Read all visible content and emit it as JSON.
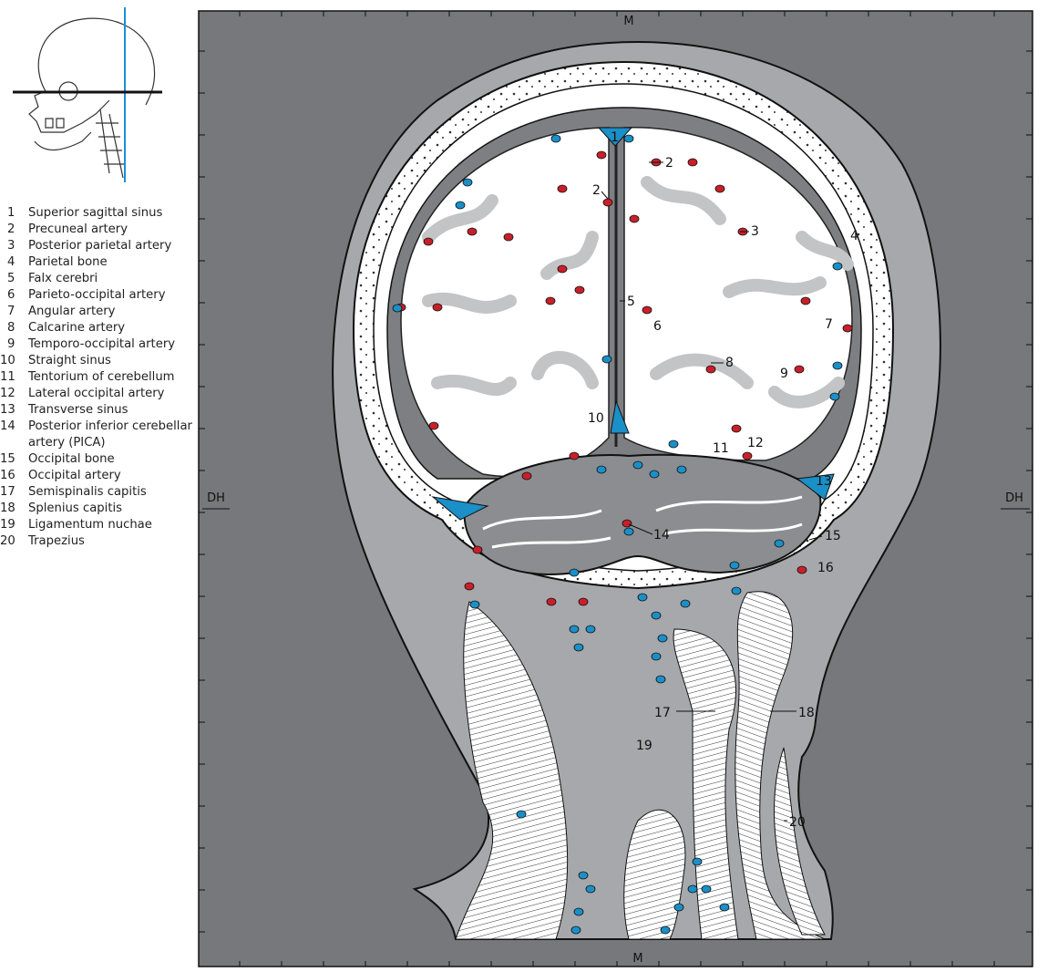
{
  "orientation_labels": {
    "top": "M",
    "bottom": "M",
    "left": "DH",
    "right": "DH"
  },
  "legend": [
    {
      "num": "1",
      "label": "Superior sagittal sinus"
    },
    {
      "num": "2",
      "label": "Precuneal artery"
    },
    {
      "num": "3",
      "label": "Posterior parietal artery"
    },
    {
      "num": "4",
      "label": "Parietal bone"
    },
    {
      "num": "5",
      "label": "Falx cerebri"
    },
    {
      "num": "6",
      "label": "Parieto-occipital artery"
    },
    {
      "num": "7",
      "label": "Angular artery"
    },
    {
      "num": "8",
      "label": "Calcarine artery"
    },
    {
      "num": "9",
      "label": "Temporo-occipital artery"
    },
    {
      "num": "10",
      "label": "Straight sinus"
    },
    {
      "num": "11",
      "label": "Tentorium of cerebellum"
    },
    {
      "num": "12",
      "label": "Lateral occipital artery"
    },
    {
      "num": "13",
      "label": "Transverse sinus"
    },
    {
      "num": "14",
      "label": "Posterior inferior cerebellar artery (PICA)"
    },
    {
      "num": "15",
      "label": "Occipital bone"
    },
    {
      "num": "16",
      "label": "Occipital artery"
    },
    {
      "num": "17",
      "label": "Semispinalis capitis"
    },
    {
      "num": "18",
      "label": "Splenius capitis"
    },
    {
      "num": "19",
      "label": "Ligamentum nuchae"
    },
    {
      "num": "20",
      "label": "Trapezius"
    }
  ],
  "callouts": [
    "1",
    "2",
    "2",
    "3",
    "4",
    "5",
    "6",
    "7",
    "8",
    "9",
    "10",
    "11",
    "12",
    "13",
    "14",
    "15",
    "16",
    "17",
    "18",
    "19",
    "20"
  ],
  "colors": {
    "frame": "#77787b",
    "tissue": "#a7a8ab",
    "artery": "#c8202a",
    "vein": "#1b8fc7",
    "bone": "#ffffff",
    "plane_line": "#1a8fd8"
  }
}
